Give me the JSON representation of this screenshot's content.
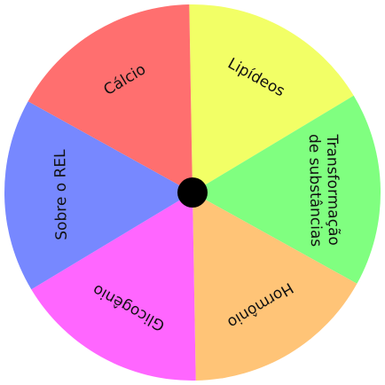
{
  "wheel": {
    "segments": [
      {
        "lines": [
          "Lipídeos"
        ],
        "color": "#f2ff66"
      },
      {
        "lines": [
          "Transformação",
          "de substâncias"
        ],
        "color": "#80ff80"
      },
      {
        "lines": [
          "Hormônio"
        ],
        "color": "#ffc477"
      },
      {
        "lines": [
          "Glicogênio"
        ],
        "color": "#ff66ff"
      },
      {
        "lines": [
          "Sobre o REL"
        ],
        "color": "#7788ff"
      },
      {
        "lines": [
          "Cálcio"
        ],
        "color": "#ff6f6f"
      }
    ],
    "hub_color": "#000000"
  }
}
